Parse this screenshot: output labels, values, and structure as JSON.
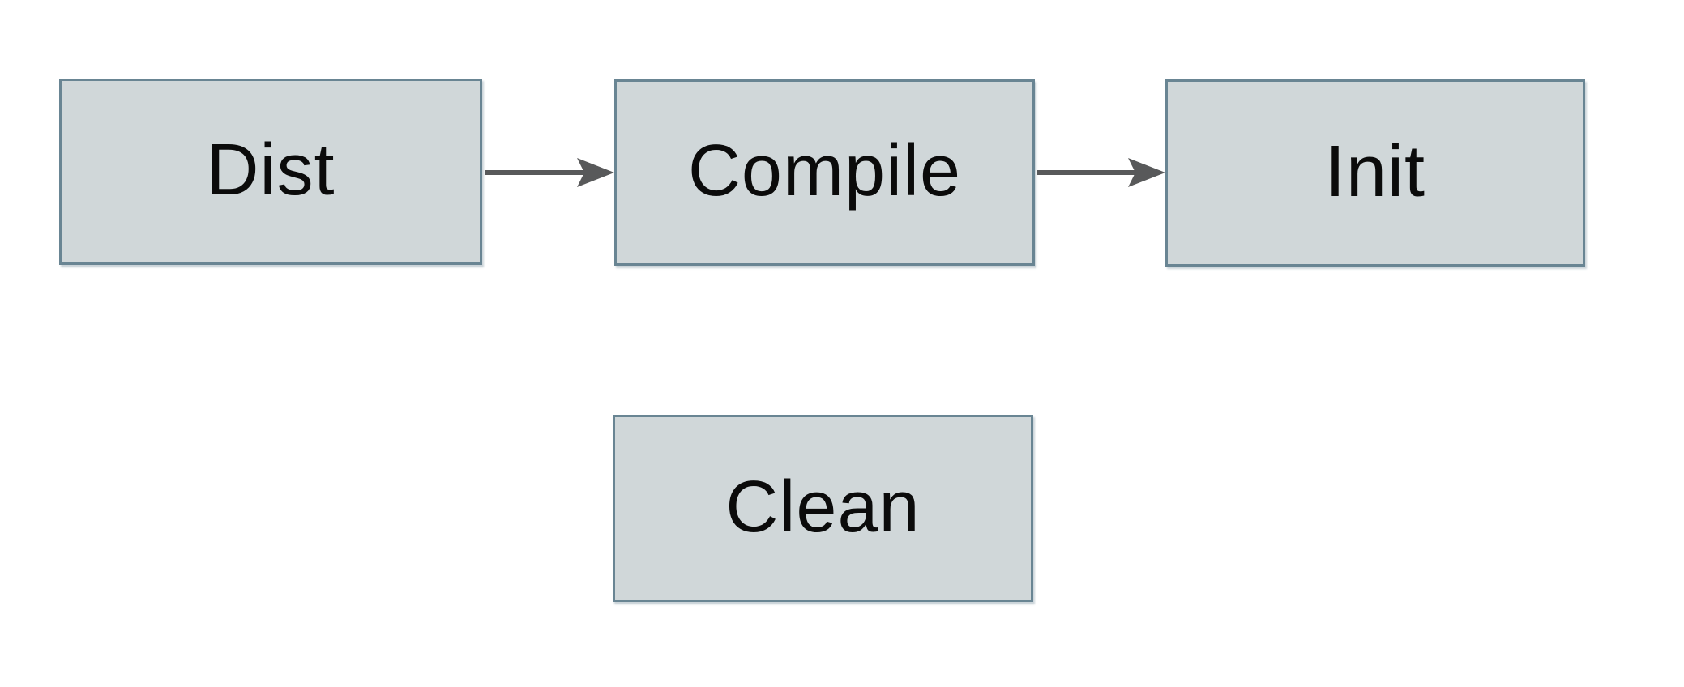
{
  "diagram": {
    "type": "flowchart",
    "nodes": {
      "dist": {
        "label": "Dist"
      },
      "compile": {
        "label": "Compile"
      },
      "init": {
        "label": "Init"
      },
      "clean": {
        "label": "Clean"
      }
    },
    "edges": [
      {
        "from": "Dist",
        "to": "Compile",
        "style": "arrow-right"
      },
      {
        "from": "Compile",
        "to": "Init",
        "style": "arrow-right"
      }
    ],
    "colors": {
      "background": "#ffffff",
      "node_fill": "#d0d7d9",
      "node_border": "#698593",
      "arrow": "#58595a",
      "text": "#0b0b0b"
    }
  }
}
